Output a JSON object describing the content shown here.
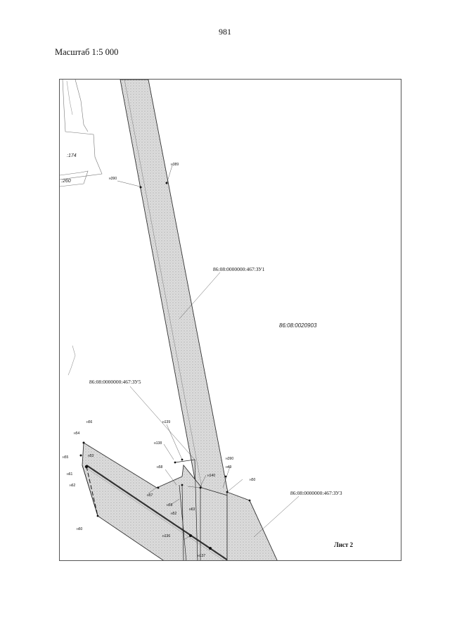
{
  "page_number": "981",
  "scale": "Масштаб 1:5 000",
  "map": {
    "quarter": "86:08:0020903",
    "neighbor_parcels": [
      ":174",
      ":260"
    ],
    "parcels": [
      "86:08:0000000:467:ЗУ1",
      "86:08:0000000:467:ЗУ5",
      "86:08:0000000:467:ЗУ3"
    ],
    "sheet": "Лист 2",
    "points": {
      "n389": "н389",
      "n390_top": "н390",
      "n139": "н139",
      "n138": "н138",
      "n56": "н56",
      "n54": "н54",
      "n55": "н55",
      "n53": "н53",
      "n61": "н61",
      "n62": "н62",
      "n58": "н58",
      "n57": "н57",
      "n59": "н59",
      "n60": "н60",
      "n52": "н52",
      "n63": "н63",
      "n140": "н140",
      "n390": "н390",
      "n49": "н49",
      "n50": "н50",
      "n136": "н136",
      "n137": "н137"
    }
  }
}
